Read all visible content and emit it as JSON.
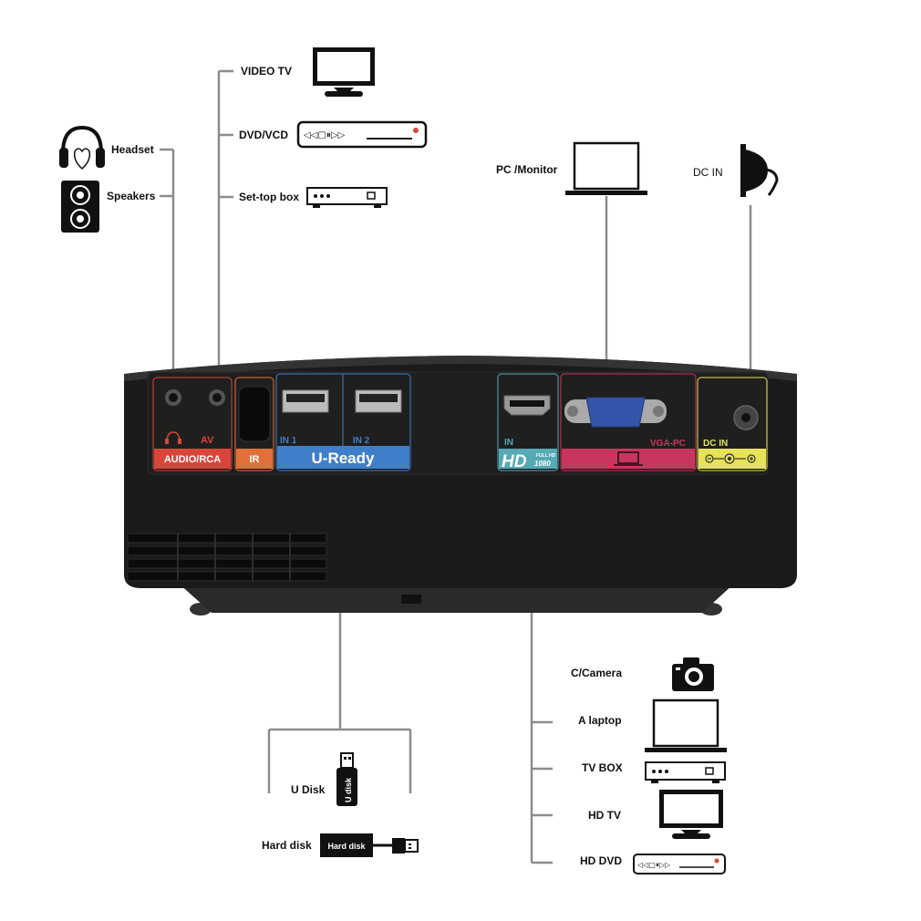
{
  "inputs_left": {
    "audio": {
      "headset": "Headset",
      "speakers": "Speakers"
    },
    "av": {
      "video_tv": "VIDEO TV",
      "dvd_vcd": "DVD/VCD",
      "set_top_box": "Set-top box"
    }
  },
  "inputs_top_right": {
    "pc_monitor": "PC /Monitor",
    "dc_in": "DC IN"
  },
  "panel": {
    "audio_rca": "AUDIO/RCA",
    "av": "AV",
    "ir": "IR",
    "in1": "IN 1",
    "in2": "IN 2",
    "u_ready": "U-Ready",
    "hdmi_in": "IN",
    "hd_logo": "HD",
    "full_hd": "FULL HD",
    "hd_1080": "1080",
    "vga_pc": "VGA-PC",
    "dc_in": "DC IN"
  },
  "usb_devices": {
    "u_disk": "U Disk",
    "u_disk_stick": "U disk",
    "hard_disk": "Hard disk",
    "hard_disk_box": "Hard disk"
  },
  "hdmi_devices": {
    "camera": "C/Camera",
    "laptop": "A laptop",
    "tv_box": "TV BOX",
    "hd_tv": "HD TV",
    "hd_dvd": "HD DVD"
  },
  "colors": {
    "audio_red": "#d9453a",
    "ir_orange": "#e0703a",
    "usb_blue": "#3f7fc9",
    "hdmi_teal": "#55aab5",
    "vga_pink": "#c8365e",
    "dc_yellow": "#e6e25a",
    "line_gray": "#8c8c8c",
    "body_black": "#1a1a1a"
  }
}
